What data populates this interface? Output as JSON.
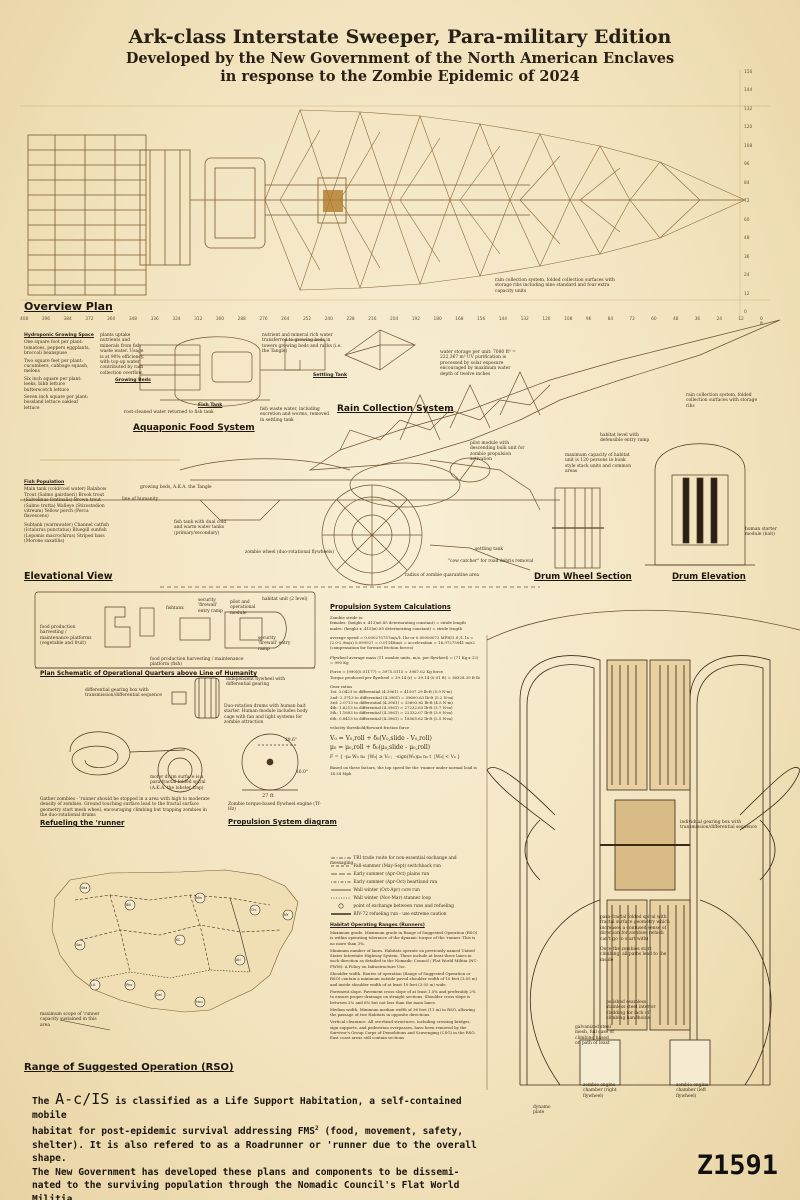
{
  "header": {
    "title": "Ark-class Interstate Sweeper, Para-military Edition",
    "subtitle_line1": "Developed by the New Government of the North American Enclaves",
    "subtitle_line2": "in response to the Zombie Epidemic of 2024"
  },
  "sections": {
    "overview_plan": "Overview Plan",
    "aquaponic": "Aquaponic Food System",
    "rain": "Rain Collection System",
    "elevational": "Elevational View",
    "drum_section": "Drum Wheel Section",
    "drum_elevation": "Drum Elevation",
    "quarters": "Plan Schematic of Operational Quarters above Line of Humanity",
    "refueling": "Refueling the 'runner",
    "propulsion_diagram": "Propulsion System diagram",
    "propulsion_calc": "Propulsion System Calculations",
    "rso": "Range of Suggested Operation (RSO)"
  },
  "ruler": {
    "bottom_ticks": [
      "408",
      "396",
      "384",
      "372",
      "360",
      "348",
      "336",
      "324",
      "312",
      "300",
      "288",
      "276",
      "264",
      "252",
      "240",
      "228",
      "216",
      "204",
      "192",
      "180",
      "168",
      "156",
      "144",
      "132",
      "120",
      "108",
      "96",
      "84",
      "72",
      "60",
      "48",
      "36",
      "24",
      "12",
      "0 ft"
    ],
    "right_ticks": [
      "156",
      "144",
      "132",
      "120",
      "108",
      "96",
      "84",
      "72",
      "60",
      "48",
      "36",
      "24",
      "12",
      "0"
    ]
  },
  "labels": {
    "rain_overview": "rain collection system, folded collection surfaces with storage ribs including nine standard and four extra capacity units",
    "growing_title": "Hydroponic Growing Space",
    "growing_1": "One square foot per plant: tomatoes, peppers eggplants, broccoli beanspuse",
    "growing_2": "Two square feet per plant: cucumbers, cabbage squash, melons",
    "growing_3": "Six inch square per plant: leeks, bibb lettuce butterscotch lettuce",
    "growing_4": "Seven inch square per plant: bossland lettuce oakleaf lettuce",
    "plants_uptake": "plants uptake nutrients and minerals from fish waste water. Usage is at 90% efficiency, with top-up water contributed by rain collection overflow.",
    "growing_beds": "Growing Beds",
    "fish_tank": "Fish Tank",
    "settling_tank": "Settling Tank",
    "nutrient_water": "nutrient and mineral rich water transferred to growing beds in towers growing beds and racks (i.e. the Tangle)",
    "root_cleaned": "root-cleaned water returned to fish tank",
    "fish_waste": "fish waste water, including excretion and worms, removed in settling tank",
    "water_storage": "water storage per unit: 7080 ft³ = 222,367 m³ UV purification is processed by solar exposure encouraged by maximum water depth of twelve inches",
    "rain_right": "rain collection system, folded collection surfaces with storage ribs",
    "habitat_level": "habitat level with defensible entry ramp",
    "max_capacity": "maximum capacity of habitat unit is 120 persons in bunk style stack units and common areas",
    "pilot_module": "pilot module with descending bulk unit for zombie propulsion activation",
    "fish_population_title": "Fish Population",
    "fish_population": "Main tank (cold/cool water) Rainbow Trout (Salmo gairdneri) Brook trout (Salvelinus fontinalis) Brown trout (Salmo trutta) Walleye (Stizostedion vitreum) Yellow perch (Perca flavescens)",
    "fish_population_2": "Subtank (warmwater) Channel catfish (Ictalurus punctatus) Bluegill sunfish (Lepomis macrochirus) Striped bass (Morone saxatilis)",
    "growing_beds_tangle": "growing beds, A.K.A. the Tangle",
    "line_of_humanity": "line of humanity",
    "fish_tank_dual": "fish tank with dual cold and warm water tanks (primary/secondary)",
    "zombie_wheel": "zombie wheel (duo-rotational flywheels)",
    "settling_tank2": "settling tank",
    "cow_catcher": "\"cow catcher\" for road debris removal",
    "radius": "radius of zombie quarantine area",
    "human_starter": "human starter module (bait)",
    "food_production": "food production harvesting / maintenance platforms (vegetable and fruit)",
    "fishtanx": "fishtanx",
    "security_firewall": "security 'firewall' entry ramp",
    "pilot_operational": "pilot and operational module",
    "habitat_unit": "habitat unit (2 level)",
    "security_firewall2": "security 'firewall' entry ramp",
    "food_production2": "food production harvesting / maintenance platform (fish)",
    "flywheel_gearing": "independent flywheel with differential gearing",
    "diff_gearing": "differential gearing box with transmission/differential sequence",
    "dual_rotation": "Duo-rotation drums with human bait starter. Human module includes body cage with fan and light systems for zombie attraction",
    "motor_drum": "motor drum surface is a para-fractal folded spiral (A.K.A. the lobster trap)",
    "gather_zombies": "Gather zombies - 'runner should be stopped in a area with high to moderate density of zombies. Ground touching surface lead to the fractal surface geometry start mesh wheel, encouraging climbing but trapping zombies in the duo-rotational drums",
    "angle_a": "29.6°",
    "angle_b": "16.0°",
    "width_27": "27 ft",
    "torque_note": "Zombie torque-based flywheel engine (Tf-Hz)",
    "rso_caption": "maximum scope of 'runner capacity sustained in this area",
    "right_flywheel": "individual gearing box with transmission/differential sequence",
    "para_fractal": "para-fractal folded spiral with fractal surface geometry which increases a confused sense of direction for zombies (which can't go to start with)",
    "once_zombies": "Once the zombies start climbing, all paths lead to the inside",
    "polished": "polished seamless stainless steel interior cladding for lack of climbing handholds",
    "galvanized": "galvanized steel mesh, full case of climbing based on path of least",
    "chamber_right": "zombie engine chamber (right flywheel)",
    "chamber_left": "zombie engine chamber (left flywheel)",
    "dynamo": "dynamo plate"
  },
  "calculations": {
    "zombie_stride": "Zombie stride is:\nfemales: (height x .413)x0.85 deteriorating constant) = stride length\nmales: (height x .415)x0.85 deteriorating constant) = stride length",
    "average_speed": "average speed = 0.000275757m/s/1.1hr or 0.00000072 MPH/1.8 /1.1s = (2.0-2.9m/s) 0.099927 = 0.01148m/s = acceleration = 16.97275041 m/s2 (compensation for forward friction forces)",
    "flywheel_mass": "Flywheel average mass (11 zombie units, m/a, per flywheel) = (71 Kg x 22) = 990 Kg",
    "force": "Force = (990)(0.01177) = 3975.5115 = 3967.02 Kg force\nTorque produced per flywheel = 39.14 (r) = 39.14 (0.01 ft) = 36328.39 ft lb",
    "gear_ratios": "Gear ratios\n1st: 3.0423 to differential (4.3961) = 41507.29 lb-ft (5.9 N-m)\n2nd: 2.3713 to differential (4.3961) = 39600.63 lb-ft (5.2 N-m)\n3rd: 2.0713 to differential (4.3961) = 33693.82 lb-ft (4.5 N-m)\n4th: 1.6213 to differential (4.3961) = 27232.63 lb-ft (3.7 N-m)\n5th: 1.1603 to differential (4.3961) = 22332.07 lb-ft (3.0 N-m)\n6th: 0.8413 to differential (4.3961) = 18565.62 lb-ft (2.5 N-m)",
    "velocity_threshold": "velocity threshold/forward friction force",
    "formula_1": "V₀ = V₀,roll + δ₀(V₀,slide - V₀,roll)",
    "formula_2": "μ₀ = μ₀,roll + δ₀(μ₀,slide - μ₀,roll)",
    "formula_3": "F = { -μ₀ W₀ n₀  |W₀| ≥ V₀ ;  -sign(W₀)μ₀ n₀ t  |W₀| < V₀ }",
    "based_on": "Based on these factors, the top speed for the 'runner under normal load is 14.34 Mph"
  },
  "legend": [
    {
      "label": "TRI trade route for non-essential exchange and messaging",
      "style": "dash-dot"
    },
    {
      "label": "Fall-summer (May-Sept) switchback run",
      "style": "dash"
    },
    {
      "label": "Early summer (Apr-Oct) plains run",
      "style": "dash-long"
    },
    {
      "label": "Early summer (Apr-Oct) heartland run",
      "style": "dot-dash"
    },
    {
      "label": "Wall winter (Oct-Apr) core run",
      "style": "solid"
    },
    {
      "label": "Wall winter (Nov-Mar) stunner loop",
      "style": "dots"
    },
    {
      "label": "point of exchange between runs and refueling",
      "style": "circle"
    },
    {
      "label": "RIV-72 refueling run - use extreme caution",
      "style": "solid-thick"
    }
  ],
  "habitat_operating": {
    "title": "Habitat Operating Ranges (Runners)",
    "p1": "Maximum grade. Maximum grade in Range of Suggested Operation (RSO) is within operating tolerance of the dynamic torque of the 'runner. This is no more than 3%.",
    "p2": "Minimum number of lanes. Habitats operate on previously named United States Interstate Highway System. These include at least three lanes in each direction as detailed in the Nomadic Council / Flat World Militia (NC-FWM): A Policy on Infrastructure Use.",
    "p3": "Shoulder width. Routes of operation (Range of Suggested Operation or RSO) contain a minimum outside paved shoulder width of 10 feet (3.05 m) and inside shoulder width of at least 10 feet (3.05 m) wide.",
    "p4": "Pavement slope. Pavement cross slope of at least 1.5% and preferably 2% to ensure proper drainage on straight sections. Shoulder cross slope is between 2% and 6% but not less than the main lanes.",
    "p5": "Median width. Minimum median width of 36 feet (11 m) in RSO, allowing the passage of two Habitats in opposite directions.",
    "p6": "Vertical clearance. All overhead structures, including crossing bridges, sign supports, and pedestrian overpasses, have been removed by the Survivor's Group Corps of Demolitions and Scavenging (CSG) in the RSO. East coast areas still contain sections"
  },
  "map_cities": [
    "Sea",
    "Bill",
    "Min",
    "Chi",
    "NY",
    "Sac",
    "KC",
    "Atl",
    "LA",
    "Dal",
    "Pho",
    "Hou"
  ],
  "bottom": {
    "line1_pre": "The",
    "big_term": "A-c/IS",
    "line1_post": "is classified as a Life Support Habitation, a self-contained mobile",
    "line2_pre": "habitat for post-epidemic survival addressing FMS",
    "sup": "2",
    "line2_post": "(food, movement, safety,",
    "line3": "shelter). It is also refered to as a Roadrunner or 'runner due to the overall shape.",
    "line4": "The New Government has developed these plans and components to be dissemi-",
    "line5": "nated to the surviving population through the Nomadic Council's Flat World Militia.",
    "code": "Z1591"
  },
  "colors": {
    "paper": "#f3e6c4",
    "ink": "#2a2116",
    "line": "#8a6a3a",
    "accent": "#b07a2a"
  }
}
